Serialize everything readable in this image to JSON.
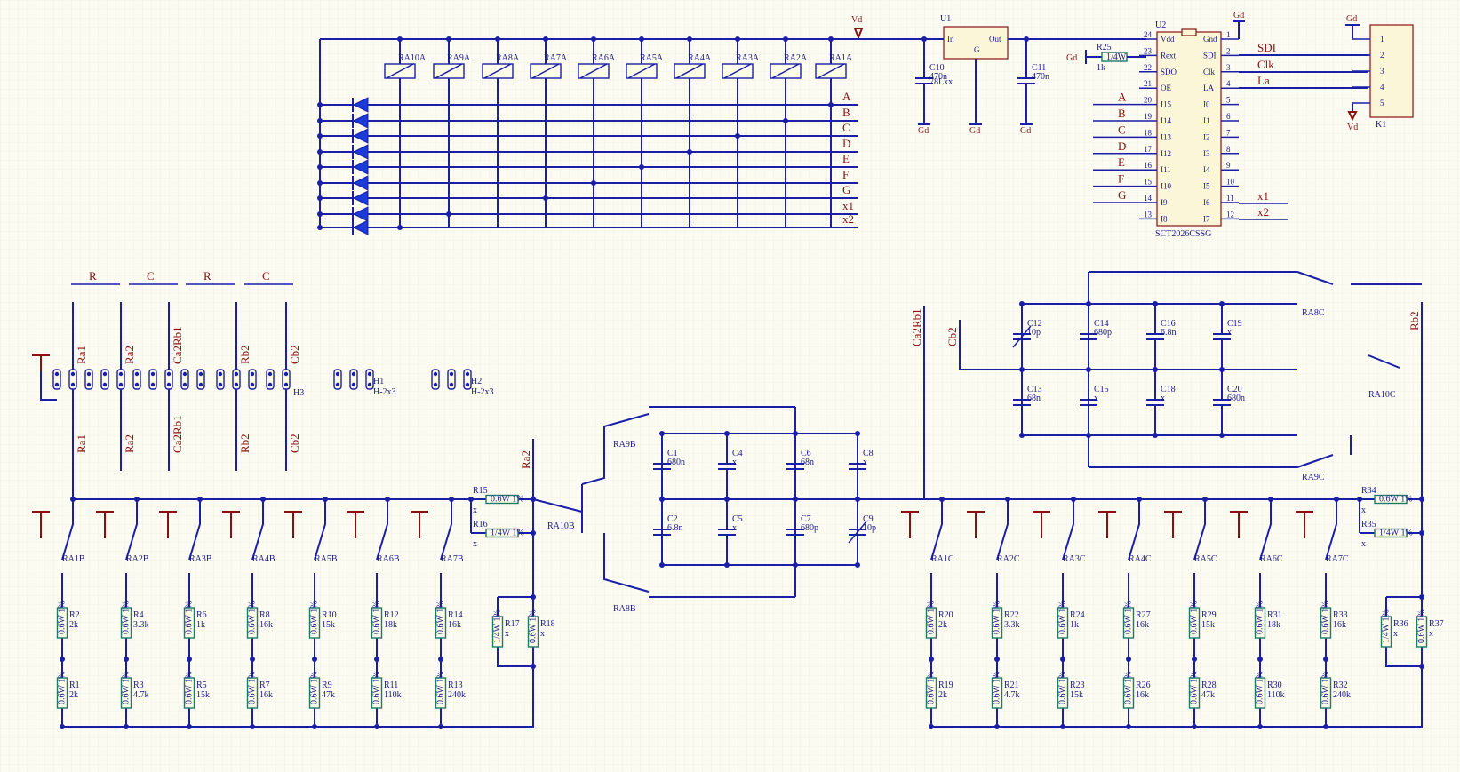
{
  "title": "",
  "power": {
    "vd": "Vd",
    "gd": "Gd"
  },
  "relays": {
    "coils": [
      "RA10A",
      "RA9A",
      "RA8A",
      "RA7A",
      "RA6A",
      "RA5A",
      "RA4A",
      "RA3A",
      "RA2A",
      "RA1A"
    ],
    "switches_b": [
      "RA1B",
      "RA2B",
      "RA3B",
      "RA4B",
      "RA5B",
      "RA6B",
      "RA7B"
    ],
    "switches_c": [
      "RA1C",
      "RA2C",
      "RA3C",
      "RA4C",
      "RA5C",
      "RA6C",
      "RA7C"
    ],
    "ra9b": "RA9B",
    "ra8b": "RA8B",
    "ra10b": "RA10B",
    "ra8c": "RA8C",
    "ra9c": "RA9C",
    "ra10c": "RA10C"
  },
  "bus_nets": [
    "A",
    "B",
    "C",
    "D",
    "E",
    "F",
    "G",
    "x1",
    "x2"
  ],
  "regulator": {
    "ref": "U1",
    "pin_in": "In",
    "pin_out": "Out",
    "pin_gnd": "G"
  },
  "caps_top": [
    {
      "ref": "C10",
      "value": "470n",
      "part": "78Lxx"
    },
    {
      "ref": "C11",
      "value": "470n"
    }
  ],
  "r25": {
    "ref": "R25",
    "value": "1k",
    "marking": "1/4W"
  },
  "driver": {
    "ref": "U2",
    "part": "SCT2026CSSG",
    "left_pins": [
      {
        "num": "24",
        "name": "Vdd"
      },
      {
        "num": "23",
        "name": "Rext"
      },
      {
        "num": "22",
        "name": "SDO"
      },
      {
        "num": "21",
        "name": "OE"
      },
      {
        "num": "20",
        "name": "I15"
      },
      {
        "num": "19",
        "name": "I14"
      },
      {
        "num": "18",
        "name": "I13"
      },
      {
        "num": "17",
        "name": "I12"
      },
      {
        "num": "16",
        "name": "I11"
      },
      {
        "num": "15",
        "name": "I10"
      },
      {
        "num": "14",
        "name": "I9"
      },
      {
        "num": "13",
        "name": "I8"
      }
    ],
    "right_pins": [
      {
        "num": "1",
        "name": "Gnd"
      },
      {
        "num": "2",
        "name": "SDI"
      },
      {
        "num": "3",
        "name": "Clk"
      },
      {
        "num": "4",
        "name": "LA"
      },
      {
        "num": "5",
        "name": "I0"
      },
      {
        "num": "6",
        "name": "I1"
      },
      {
        "num": "7",
        "name": "I2"
      },
      {
        "num": "8",
        "name": "I3"
      },
      {
        "num": "9",
        "name": "I4"
      },
      {
        "num": "10",
        "name": "I5"
      },
      {
        "num": "11",
        "name": "I6"
      },
      {
        "num": "12",
        "name": "I7"
      }
    ],
    "left_nets": [
      "A",
      "B",
      "C",
      "D",
      "E",
      "F",
      "G"
    ],
    "right_nets": [
      "SDI",
      "Clk",
      "La",
      "x1",
      "x2"
    ]
  },
  "connector": {
    "ref": "K1",
    "pins": [
      "1",
      "2",
      "3",
      "4",
      "5"
    ]
  },
  "headers": {
    "top_labels": [
      "R",
      "C",
      "R",
      "C"
    ],
    "nets_top": [
      "Ra1",
      "Ra2",
      "Ca2Rb1",
      "Rb2",
      "Cb2"
    ],
    "nets_bottom": [
      "Ra1",
      "Ra2",
      "Ca2Rb1",
      "Rb2",
      "Cb2"
    ],
    "h3": "H3",
    "h1": "H1",
    "h1v": "H-2x3",
    "h2": "H2",
    "h2v": "H-2x3"
  },
  "side_nets": {
    "ra2": "Ra2",
    "ca2rb1": "Ca2Rb1",
    "cb2": "Cb2",
    "rb2": "Rb2"
  },
  "res_left_top": [
    {
      "ref": "R2",
      "value": "2k"
    },
    {
      "ref": "R4",
      "value": "3.3k"
    },
    {
      "ref": "R6",
      "value": "1k"
    },
    {
      "ref": "R8",
      "value": "16k"
    },
    {
      "ref": "R10",
      "value": "15k"
    },
    {
      "ref": "R12",
      "value": "18k"
    },
    {
      "ref": "R14",
      "value": "16k"
    }
  ],
  "res_left_bot": [
    {
      "ref": "R1",
      "value": "2k"
    },
    {
      "ref": "R3",
      "value": "4.7k"
    },
    {
      "ref": "R5",
      "value": "15k"
    },
    {
      "ref": "R7",
      "value": "16k"
    },
    {
      "ref": "R9",
      "value": "47k"
    },
    {
      "ref": "R11",
      "value": "110k"
    },
    {
      "ref": "R13",
      "value": "240k"
    }
  ],
  "res_left_extra": [
    {
      "ref": "R15",
      "value": "x"
    },
    {
      "ref": "R16",
      "value": "x"
    },
    {
      "ref": "R17",
      "value": "x"
    },
    {
      "ref": "R18",
      "value": "x"
    }
  ],
  "res_right_top": [
    {
      "ref": "R20",
      "value": "2k"
    },
    {
      "ref": "R22",
      "value": "3.3k"
    },
    {
      "ref": "R24",
      "value": "1k"
    },
    {
      "ref": "R27",
      "value": "16k"
    },
    {
      "ref": "R29",
      "value": "15k"
    },
    {
      "ref": "R31",
      "value": "18k"
    },
    {
      "ref": "R33",
      "value": "16k"
    }
  ],
  "res_right_bot": [
    {
      "ref": "R19",
      "value": "2k"
    },
    {
      "ref": "R21",
      "value": "4.7k"
    },
    {
      "ref": "R23",
      "value": "15k"
    },
    {
      "ref": "R26",
      "value": "16k"
    },
    {
      "ref": "R28",
      "value": "47k"
    },
    {
      "ref": "R30",
      "value": "110k"
    },
    {
      "ref": "R32",
      "value": "240k"
    }
  ],
  "res_right_extra": [
    {
      "ref": "R34",
      "value": "x"
    },
    {
      "ref": "R35",
      "value": "x"
    },
    {
      "ref": "R36",
      "value": "x"
    },
    {
      "ref": "R37",
      "value": "x"
    }
  ],
  "res_marking": {
    "w06": "0.6W 1%",
    "w14": "1/4W 1%"
  },
  "caps_mid": [
    {
      "ref": "C1",
      "value": "680n"
    },
    {
      "ref": "C4",
      "value": "x"
    },
    {
      "ref": "C6",
      "value": "68n"
    },
    {
      "ref": "C8",
      "value": "x"
    },
    {
      "ref": "C2",
      "value": "6.8n"
    },
    {
      "ref": "C5",
      "value": "x"
    },
    {
      "ref": "C7",
      "value": "680p"
    },
    {
      "ref": "C9",
      "value": "10p"
    }
  ],
  "caps_right": [
    {
      "ref": "C12",
      "value": "10p"
    },
    {
      "ref": "C14",
      "value": "680p"
    },
    {
      "ref": "C16",
      "value": "6.8n"
    },
    {
      "ref": "C19",
      "value": "x"
    },
    {
      "ref": "C13",
      "value": "68n"
    },
    {
      "ref": "C15",
      "value": "x"
    },
    {
      "ref": "C18",
      "value": "x"
    },
    {
      "ref": "C20",
      "value": "680n"
    }
  ],
  "colors": {
    "wire": "#1b1fa8",
    "net": "#8a1010",
    "background": "#fbfbf2"
  }
}
